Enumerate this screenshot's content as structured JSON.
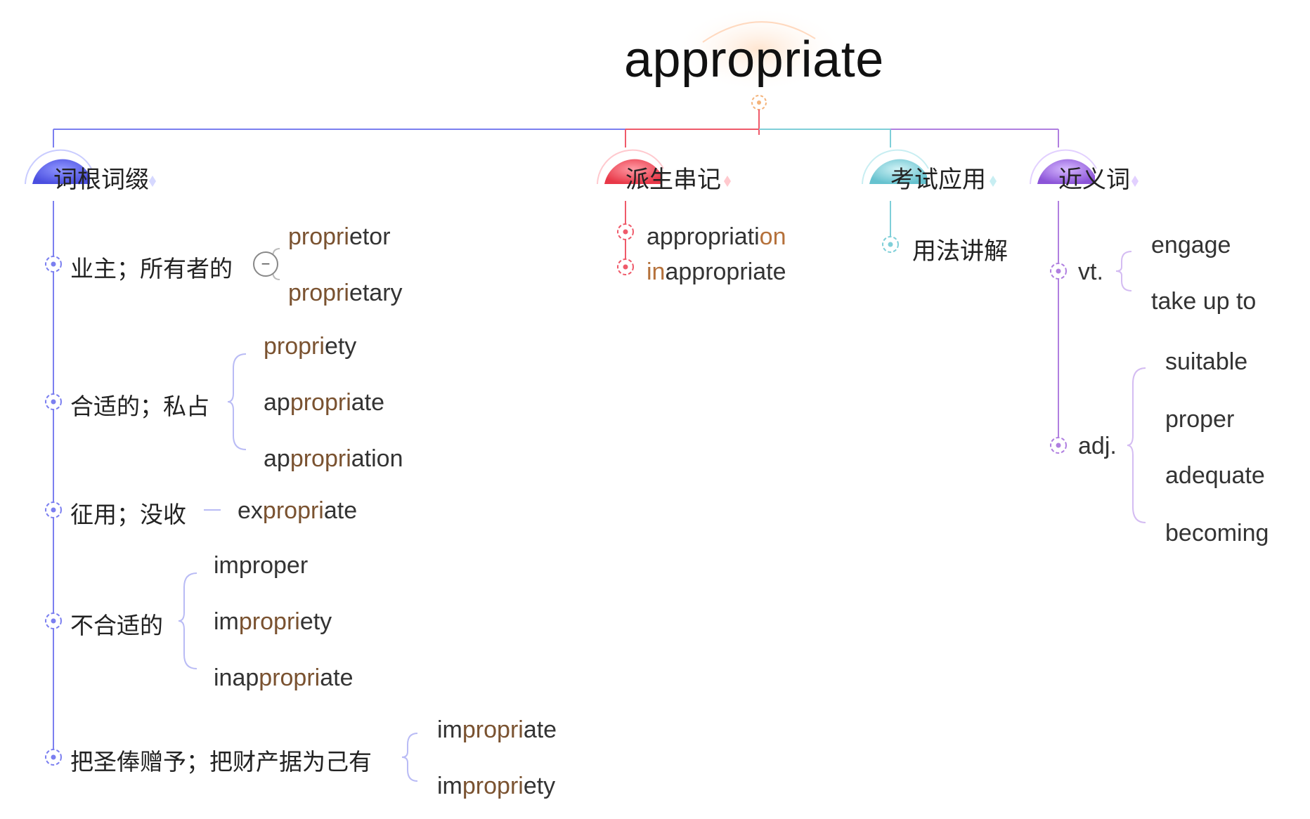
{
  "root": {
    "title": "appropriate"
  },
  "colors": {
    "blue": "#7b7ff0",
    "red": "#ef5a6a",
    "cyan": "#7fcfd8",
    "purple": "#b07fe0",
    "accent_brown": "#7a5230",
    "accent_orange": "#b5713b"
  },
  "categories": [
    {
      "label": "词根词缀"
    },
    {
      "label": "派生串记"
    },
    {
      "label": "考试应用"
    },
    {
      "label": "近义词"
    }
  ],
  "roots": [
    {
      "label": "业主；所有者的",
      "words": [
        {
          "pre": "",
          "hl": "propri",
          "post": "etor"
        },
        {
          "pre": "",
          "hl": "propri",
          "post": "etary"
        }
      ]
    },
    {
      "label": "合适的；私占",
      "words": [
        {
          "pre": "",
          "hl": "propri",
          "post": "ety"
        },
        {
          "pre": "ap",
          "hl": "propri",
          "post": "ate"
        },
        {
          "pre": "ap",
          "hl": "propri",
          "post": "ation"
        }
      ]
    },
    {
      "label": "征用；没收",
      "words": [
        {
          "pre": "ex",
          "hl": "propri",
          "post": "ate"
        }
      ]
    },
    {
      "label": "不合适的",
      "words": [
        {
          "pre": "improper",
          "hl": "",
          "post": ""
        },
        {
          "pre": "im",
          "hl": "propri",
          "post": "ety"
        },
        {
          "pre": "inap",
          "hl": "propri",
          "post": "ate"
        }
      ]
    },
    {
      "label": "把圣俸赠予；把财产据为己有",
      "words": [
        {
          "pre": "im",
          "hl": "propri",
          "post": "ate"
        },
        {
          "pre": "im",
          "hl": "propri",
          "post": "ety"
        }
      ]
    }
  ],
  "derivations": [
    {
      "pre": "appropriati",
      "hl": "on",
      "post": ""
    },
    {
      "pre": "",
      "hl": "in",
      "post": "appropriate"
    }
  ],
  "exam": [
    {
      "label": "用法讲解"
    }
  ],
  "synonyms": [
    {
      "pos": "vt.",
      "words": [
        "engage",
        "take up to"
      ]
    },
    {
      "pos": "adj.",
      "words": [
        "suitable",
        "proper",
        "adequate",
        "becoming"
      ]
    }
  ],
  "icons": {
    "expand": "circle-dot-icon",
    "collapse": "minus-circle-icon",
    "category_badge": "orb-badge-icon"
  }
}
